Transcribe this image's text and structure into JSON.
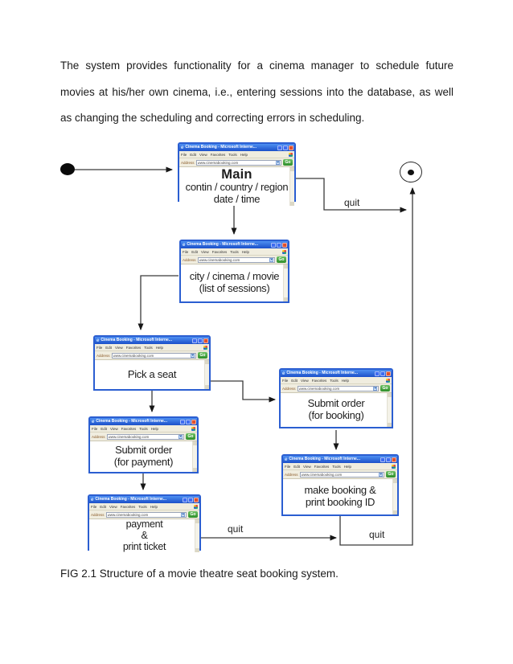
{
  "document": {
    "paragraph_lines": [
      "The system provides functionality for a cinema manager to schedule future",
      "movies at his/her own cinema, i.e., entering sessions into the database, as well",
      "as changing the scheduling and correcting errors in scheduling."
    ],
    "caption": "FIG 2.1 Structure of a movie theatre seat booking system."
  },
  "browser_chrome": {
    "window_title": "Cinema Booking - Microsoft Interne...",
    "menu_items": [
      "File",
      "Edit",
      "View",
      "Favorites",
      "Tools",
      "Help"
    ],
    "address_label": "Address",
    "address_value": "www.cinemabooking.com",
    "go_label": "Go"
  },
  "diagram": {
    "type": "activity-flow",
    "start_node": "start",
    "end_node": "end",
    "windows": [
      {
        "id": "main",
        "bold_first": true,
        "lines": [
          "Main",
          "contin / country / region",
          "date / time"
        ]
      },
      {
        "id": "sessions",
        "lines": [
          "city / cinema / movie",
          "(list of sessions)"
        ]
      },
      {
        "id": "pick-seat",
        "lines": [
          "Pick a seat"
        ]
      },
      {
        "id": "submit-booking",
        "lines": [
          "Submit order",
          "(for booking)"
        ]
      },
      {
        "id": "submit-payment",
        "lines": [
          "Submit order",
          "(for payment)"
        ]
      },
      {
        "id": "make-booking",
        "lines": [
          "make booking &",
          "print booking ID"
        ]
      },
      {
        "id": "payment",
        "lines": [
          "payment",
          "&",
          "print ticket"
        ]
      }
    ],
    "edge_labels": [
      {
        "id": "quit-top",
        "text": "quit"
      },
      {
        "id": "quit-bottom-left",
        "text": "quit"
      },
      {
        "id": "quit-bottom-right",
        "text": "quit"
      }
    ],
    "colors": {
      "window_border": "#2b5ed1",
      "titlebar": "#1b4fc9",
      "close_button": "#e0512e",
      "chrome_bg": "#f0eddf",
      "go_button": "#2e8f2a",
      "edge_line": "#3a3a3a"
    }
  }
}
